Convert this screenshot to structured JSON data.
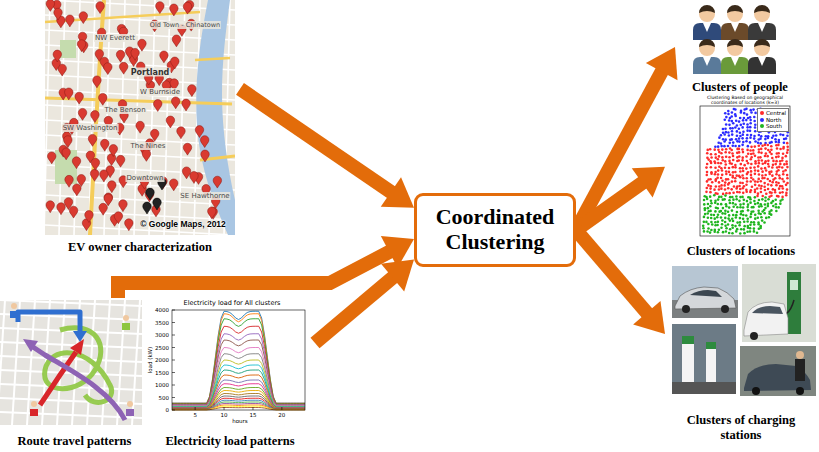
{
  "diagram": {
    "nodes": [
      {
        "text": [
          "EV owner characterization"
        ]
      },
      {
        "text": [
          "Route travel patterns"
        ]
      },
      {
        "text": [
          "Electricity load patterns"
        ]
      },
      {
        "text": [
          "Coordinated Clustering"
        ]
      },
      {
        "text": [
          "Clusters of people"
        ]
      },
      {
        "text": [
          "Clusters of locations"
        ]
      },
      {
        "text": [
          "Clusters of charging stations"
        ]
      }
    ],
    "edges": [
      {
        "from": 0,
        "to": 3,
        "arrow": "to"
      },
      {
        "from": 1,
        "to": 3,
        "arrow": "to"
      },
      {
        "from": 2,
        "to": 3,
        "arrow": "to"
      },
      {
        "from": 3,
        "to": 4,
        "arrow": "to"
      },
      {
        "from": 3,
        "to": 5,
        "arrow": "to"
      },
      {
        "from": 3,
        "to": 6,
        "arrow": "to"
      }
    ],
    "labels": [
      "NW Everett",
      "Old Town - Chinatown",
      "Portland",
      "W Burnside",
      "The Benson",
      "SW Washington",
      "The Nines",
      "Downtown",
      "SE Hawthorne",
      "© Google Maps, 2012",
      "Electricity load for All clusters",
      "0",
      "500",
      "1000",
      "1500",
      "2000",
      "2500",
      "3000",
      "3500",
      "4000",
      "5",
      "10",
      "15",
      "20",
      "hours",
      "load (kW)",
      "Clustering Based on geographical coordinates of locations (k=3)"
    ],
    "legend": [
      {
        "text": "Central",
        "color": "#ff2b2b"
      },
      {
        "text": "North",
        "color": "#2b2bff"
      },
      {
        "text": "South",
        "color": "#1fb51f"
      }
    ]
  }
}
